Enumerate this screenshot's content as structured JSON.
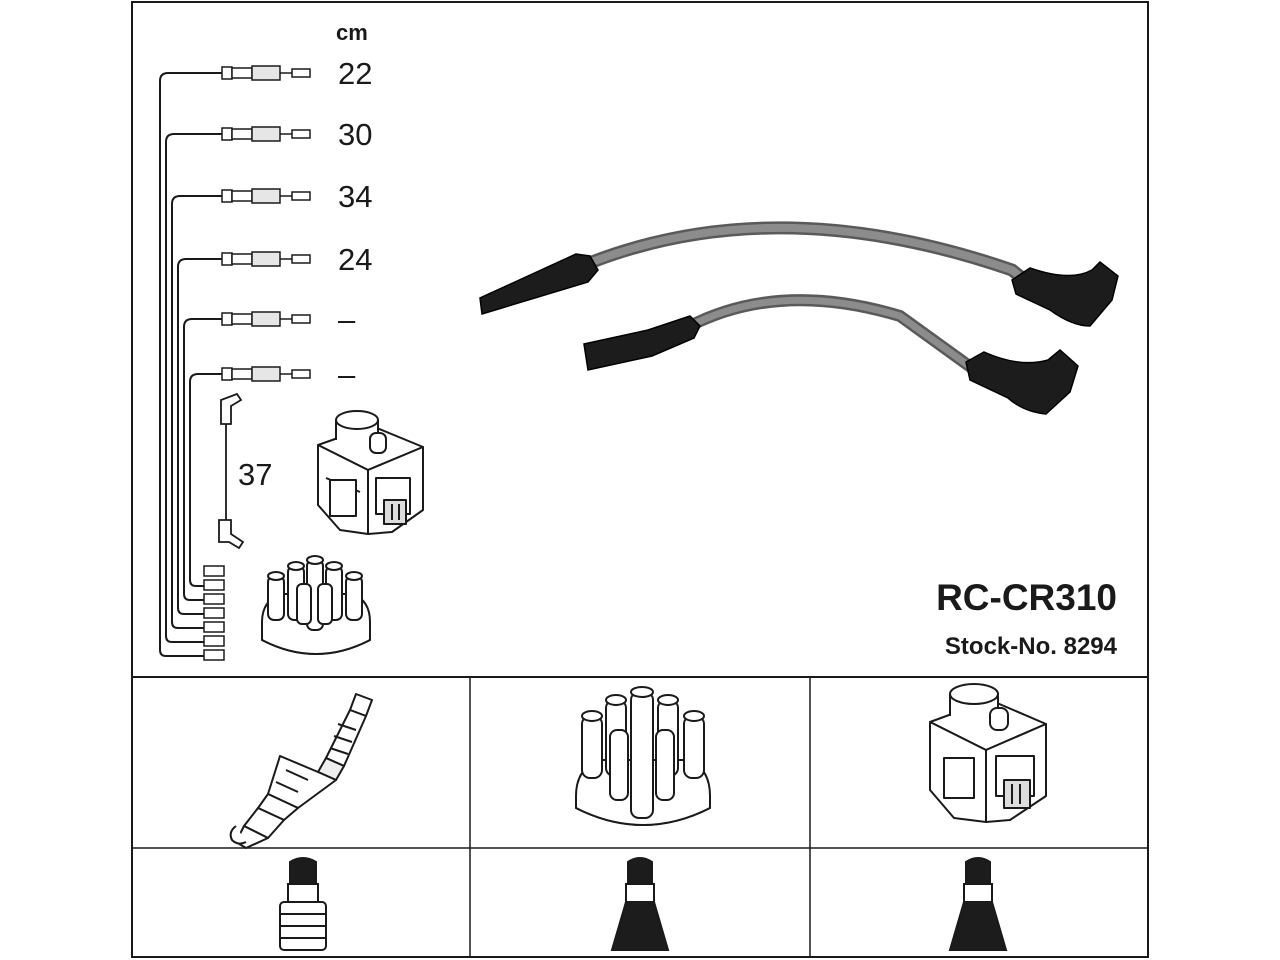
{
  "unit_label": "cm",
  "lead_lengths": [
    "22",
    "30",
    "34",
    "24",
    "–",
    "–"
  ],
  "coil_lead_length": "37",
  "product": {
    "code": "RC-CR310",
    "stock_number": "Stock-No. 8294"
  },
  "colors": {
    "line": "#1a1a1a",
    "cable": "#808080",
    "boot": "#1c1c1c"
  }
}
